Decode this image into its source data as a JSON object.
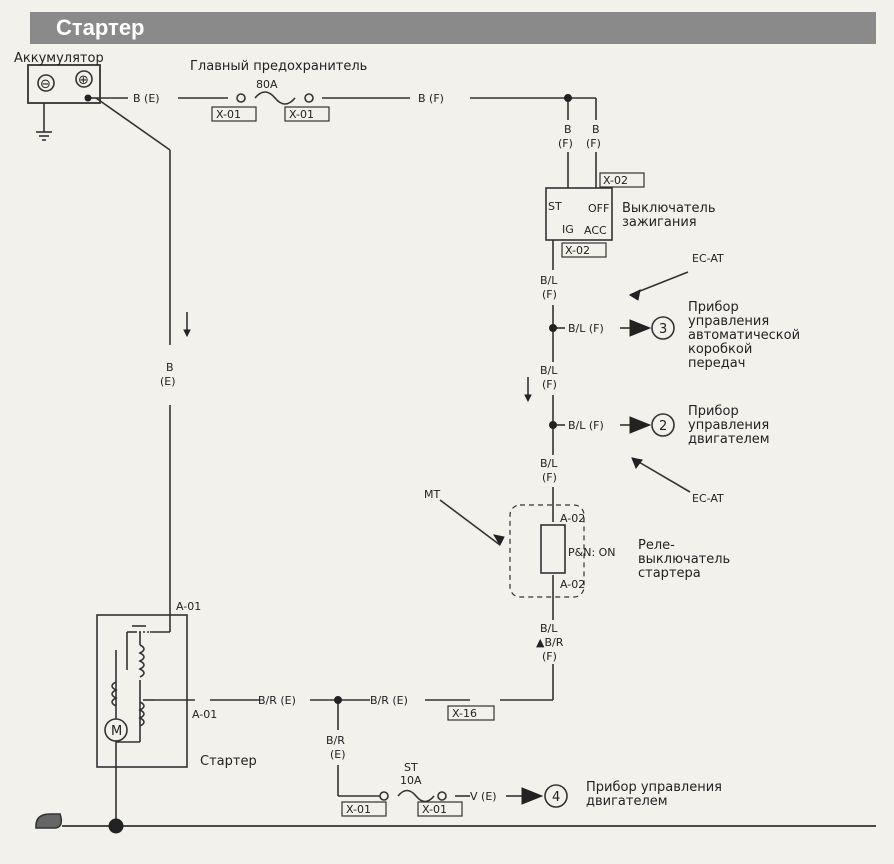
{
  "header": {
    "title": "Стартер"
  },
  "components": {
    "battery": {
      "label": "Аккумулятор",
      "minus": "⊖",
      "plus": "⊕"
    },
    "main_fuse": {
      "label": "Главный предохранитель",
      "rating": "80A",
      "conn_left": "X-01",
      "conn_right": "X-01"
    },
    "ignition_switch": {
      "label_line1": "Выключатель",
      "label_line2": "зажигания",
      "connector": "X-02",
      "pos_st": "ST",
      "pos_ig": "IG",
      "pos_off": "OFF",
      "pos_acc": "ACC"
    },
    "at_controller": {
      "lines": [
        "Прибор",
        "управления",
        "автоматической",
        "коробкой",
        "передач"
      ],
      "num": "3"
    },
    "engine_controller": {
      "lines": [
        "Прибор",
        "управления",
        "двигателем"
      ],
      "num": "2"
    },
    "relay": {
      "lines": [
        "Реле-",
        "выключатель",
        "стартера"
      ],
      "state": "P&N: ON",
      "conn_top": "A-02",
      "conn_bottom": "A-02"
    },
    "starter": {
      "label": "Стартер",
      "motor": "M",
      "conn_top": "A-01",
      "conn_side": "A-01"
    },
    "st_fuse": {
      "name": "ST",
      "rating": "10A",
      "conn_left": "X-01",
      "conn_right": "X-01"
    },
    "engine_controller_2": {
      "lines": [
        "Прибор управления",
        "двигателем"
      ],
      "num": "4"
    },
    "connector_x16": {
      "label": "X-16"
    }
  },
  "notes": {
    "ec_at_top": "EC-AT",
    "ec_at_bottom": "EC-AT",
    "mt": "MT"
  },
  "wires": {
    "b_e": "B (E)",
    "b_f": "B (F)",
    "b_vert": [
      "B",
      "(F)"
    ],
    "b_vert2": [
      "B",
      "(F)"
    ],
    "b_e_vert": [
      "B",
      "(E)"
    ],
    "bl_f_vert1": [
      "B/L",
      "(F)"
    ],
    "bl_f_vert2": [
      "B/L",
      "(F)"
    ],
    "bl_f_vert3": [
      "B/L",
      "(F)"
    ],
    "bl_f_branch1": "B/L (F)",
    "bl_f_branch2": "B/L (F)",
    "bl_br_f": [
      "B/L",
      "▲B/R",
      "(F)"
    ],
    "br_e_left": "B/R (E)",
    "br_e_right": "B/R (E)",
    "br_e_vert": [
      "B/R",
      "(E)"
    ],
    "v_e": "V (E)"
  }
}
